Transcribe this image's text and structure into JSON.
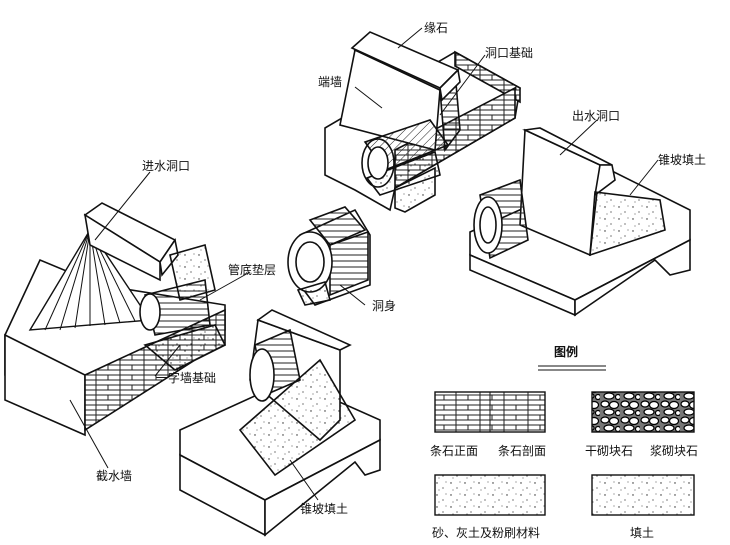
{
  "labels": {
    "edge_stone": "缘石",
    "end_wall": "端墙",
    "portal_foundation": "洞口基础",
    "outlet": "出水洞口",
    "cone_slope_fill_right": "锥坡填土",
    "inlet": "进水洞口",
    "pipe_bedding": "管底垫层",
    "culvert_body": "洞身",
    "straight_wall_foundation": "一字墙基础",
    "cutoff_wall": "截水墙",
    "cone_slope_fill_bottom": "锥坡填土"
  },
  "legend": {
    "title": "图例",
    "items": [
      {
        "pattern": "ashlar-elevation",
        "text": "条石正面"
      },
      {
        "pattern": "ashlar-section",
        "text": "条石剖面"
      },
      {
        "pattern": "dry-masonry",
        "text": "干砌块石"
      },
      {
        "pattern": "mortar-masonry",
        "text": "浆砌块石"
      },
      {
        "pattern": "sand-lime-stucco",
        "text": "砂、灰土及粉刷材料"
      },
      {
        "pattern": "fill-soil",
        "text": "填土"
      }
    ]
  },
  "colors": {
    "ink": "#111111",
    "paper": "#ffffff"
  }
}
